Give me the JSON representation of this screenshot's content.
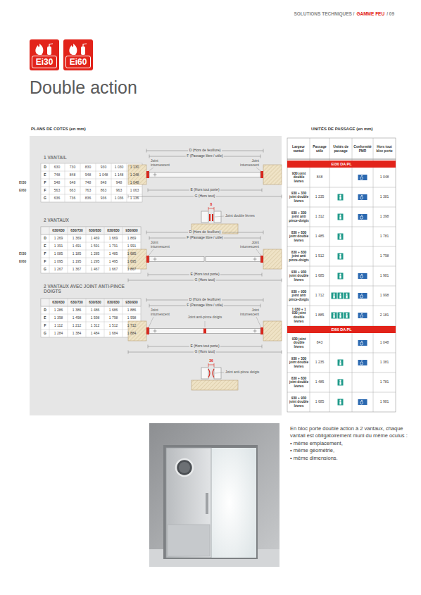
{
  "diagram": {
    "title": "Double action",
    "nodes": [
      {
        "text": [
          "Ei30"
        ]
      },
      {
        "text": [
          "Ei60"
        ]
      },
      {
        "text": [
          "EI30 DA PL"
        ]
      },
      {
        "text": [
          "EI60 DA PL"
        ]
      }
    ],
    "labels": [
      "SOLUTIONS TECHNIQUES /",
      "GAMME FEU",
      "/ 09",
      "PLANS DE COTES (en mm)",
      "1 VANTAIL",
      "D",
      "630",
      "730",
      "830",
      "930",
      "1 030",
      "1 130",
      "E",
      "748",
      "848",
      "948",
      "1 048",
      "1 148",
      "1 248",
      "F",
      "548",
      "648",
      "748",
      "848",
      "948",
      "1 048",
      "F",
      "563",
      "663",
      "763",
      "863",
      "963",
      "1 063",
      "G",
      "636",
      "736",
      "836",
      "936",
      "1 036",
      "1 136",
      "EI30",
      "EI60",
      "D (Hors de feuillure)",
      "F (Passage libre / utile)",
      "Joint intumescent",
      "Joint intumescent",
      "E (Hors tout porte)",
      "G (Hors tout)",
      "8",
      "Joint double lèvres",
      "2 VANTAUX",
      "630/630",
      "630/730",
      "630/830",
      "830/830",
      "930/930",
      "D",
      "1 269",
      "1 369",
      "1 469",
      "1 669",
      "1 869",
      "E",
      "1 391",
      "1 491",
      "1 591",
      "1 791",
      "1 991",
      "F",
      "1 085",
      "1 185",
      "1 285",
      "1 485",
      "1 685",
      "F",
      "1 095",
      "1 195",
      "1 295",
      "1 495",
      "1 695",
      "G",
      "1 267",
      "1 367",
      "1 467",
      "1 667",
      "1 867",
      "EI30",
      "EI60",
      "D (Hors de feuillure)",
      "F (Passage libre / utile)",
      "Joint intumescent",
      "Joint intumescent",
      "E (Hors tout porte)",
      "G (Hors tout)",
      "2 VANTAUX AVEC JOINT ANTI-PINCE DOIGTS",
      "630/630",
      "630/730",
      "630/830",
      "830/830",
      "930/930",
      "D",
      "1 286",
      "1 386",
      "1 486",
      "1 686",
      "1 886",
      "E",
      "1 398",
      "1 498",
      "1 598",
      "1 798",
      "1 998",
      "F",
      "1 112",
      "1 212",
      "1 312",
      "1 512",
      "1 712",
      "G",
      "1 284",
      "1 384",
      "1 484",
      "1 684",
      "1 884",
      "D (Hors de feuillure)",
      "F (Passage libre / utile)",
      "Joint intumescent",
      "Joint intumescent",
      "Joint anti-pince doigts",
      "E (Hors tout porte)",
      "G (Hors tout)",
      "36",
      "Joint anti-pince doigts",
      "UNITÉS DE PASSAGE (en mm)",
      "Largeur vantail",
      "Passage utile",
      "Unités de passage",
      "Conformité PMR",
      "Hors tout bloc porte",
      "930 joint double lèvres",
      "848",
      "1 048",
      "930 + 330 joint double lèvres",
      "1 235",
      "1 381",
      "930 + 330 joint anti pince-doigts",
      "1 312",
      "1 398",
      "830 + 830 joint double lèvres",
      "1 485",
      "1 781",
      "830 + 830 joint anti pince-doigts",
      "1 512",
      "1 798",
      "930 + 930 joint double lèvres",
      "1 685",
      "1 981",
      "930 + 930 joint anti pince-doigts",
      "1 712",
      "1 998",
      "1 030 + 1 030 joint double lèvres",
      "1 885",
      "2 181",
      "930 joint double lèvres",
      "843",
      "1 048",
      "930 + 330 joint double lèvres",
      "1 235",
      "1 381",
      "830 + 830 joint double lèvres",
      "1 485",
      "1 781",
      "930 + 930 joint double lèvres",
      "1 685",
      "1 981",
      "En bloc porte double action à 2 vantaux, chaque vantail est obligatoirement muni du même oculus :",
      "• même emplacement,",
      "• même géométrie,",
      "• même dimensions."
    ]
  }
}
